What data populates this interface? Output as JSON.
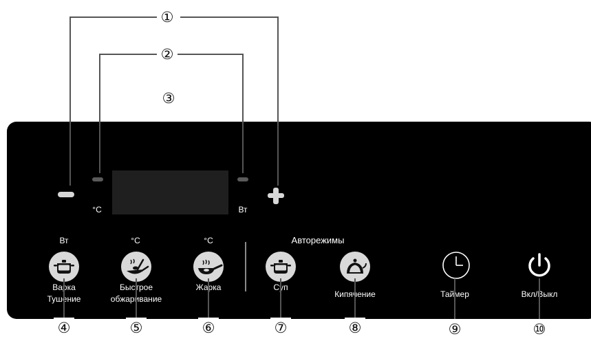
{
  "callouts": [
    "①",
    "②",
    "③",
    "④",
    "⑤",
    "⑥",
    "⑦",
    "⑧",
    "⑨",
    "⑩"
  ],
  "units": {
    "celsius_left": "°C",
    "watt_right": "Вт",
    "btn1_unit": "Вт",
    "btn2_unit": "°C",
    "btn3_unit": "°C"
  },
  "group_label": "Авторежимы",
  "buttons": [
    {
      "line1": "Варка",
      "line2": "Тушение",
      "icon": "pot-icon"
    },
    {
      "line1": "Быстрое",
      "line2": "обжаривание",
      "icon": "stir-fry-icon"
    },
    {
      "line1": "Жарка",
      "line2": "",
      "icon": "frying-pan-icon"
    },
    {
      "line1": "Суп",
      "line2": "",
      "icon": "pot-icon"
    },
    {
      "line1": "Кипячение",
      "line2": "",
      "icon": "kettle-icon"
    },
    {
      "line1": "Таймер",
      "line2": "",
      "icon": "clock-icon"
    },
    {
      "line1": "Вкл/Выкл",
      "line2": "",
      "icon": "power-icon"
    }
  ],
  "colors": {
    "panel": "#000000",
    "button_fill": "#d9d9d9",
    "icon_dark": "#111111",
    "display": "#1f1f1f"
  }
}
